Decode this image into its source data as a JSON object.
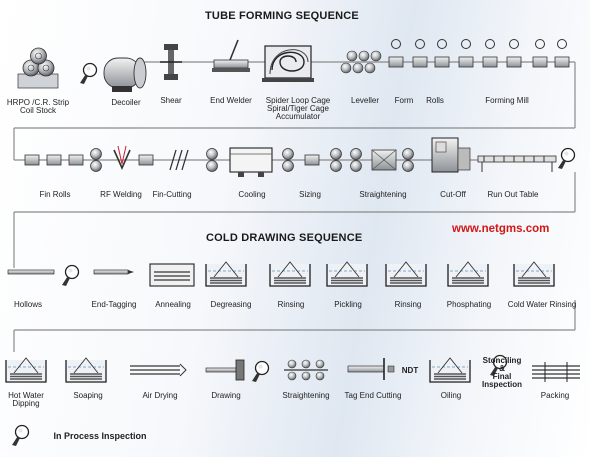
{
  "title_forming": "TUBE FORMING SEQUENCE",
  "title_drawing": "COLD DRAWING SEQUENCE",
  "website": "www.netgms.com",
  "legend_label": "In Process Inspection",
  "forming_row1": {
    "coil_line1": "HRPO /C.R. Strip",
    "coil_line2": "Coil Stock",
    "decoiler": "Decoiler",
    "shear": "Shear",
    "end_welder": "End Welder",
    "accum_line1": "Spider Loop Cage",
    "accum_line2": "Spiral/Tiger Cage",
    "accum_line3": "Accumulator",
    "leveller": "Leveller",
    "form": "Form",
    "rolls": "Rolls",
    "forming_mill": "Forming Mill"
  },
  "forming_row2": {
    "fin_rolls": "Fin Rolls",
    "rf_welding": "RF Welding",
    "fin_cutting": "Fin-Cutting",
    "cooling": "Cooling",
    "sizing": "Sizing",
    "straightening": "Straightening",
    "cut_off": "Cut-Off",
    "run_out_table": "Run Out Table"
  },
  "drawing_row1": {
    "hollows": "Hollows",
    "end_tagging": "End-Tagging",
    "annealing": "Annealing",
    "degreasing": "Degreasing",
    "rinsing_a": "Rinsing",
    "pickling": "Pickling",
    "rinsing_b": "Rinsing",
    "phosphating": "Phosphating",
    "cold_water_rinsing": "Cold Water Rinsing"
  },
  "drawing_row2": {
    "hot_water_line1": "Hot Water",
    "hot_water_line2": "Dipping",
    "soaping": "Soaping",
    "air_drying": "Air Drying",
    "drawing": "Drawing",
    "straightening": "Straightening",
    "tag_end_cutting": "Tag End Cutting",
    "ndt": "NDT",
    "oiling": "Oiling",
    "stencil_line1": "Stonciling",
    "stencil_line2": "&",
    "stencil_line3": "Final",
    "stencil_line4": "Inspection",
    "packing": "Packing"
  },
  "colors": {
    "line": "#8a8a8a",
    "ink": "#1e1e1e",
    "url": "#d01818",
    "tank_fill": "#eef2f7"
  },
  "icons": [
    "coil-stock-icon",
    "inspection-magnifier-icon",
    "decoiler-icon",
    "shear-icon",
    "end-welder-icon",
    "accumulator-icon",
    "roll-stand-icon",
    "rf-welding-icon",
    "cooling-tank-icon",
    "cut-off-machine-icon",
    "run-out-table-icon",
    "annealing-furnace-icon",
    "dip-tank-icon",
    "drawing-die-icon",
    "packing-bundle-icon"
  ]
}
